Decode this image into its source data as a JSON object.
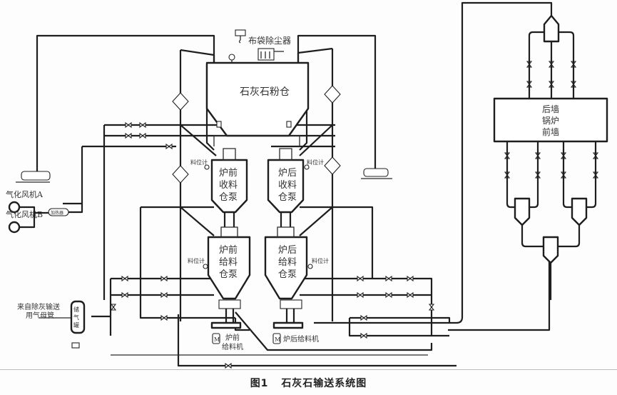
{
  "figure": {
    "number": "图1",
    "title": "石灰石输送系统图"
  },
  "labels": {
    "silo": "石灰石粉仓",
    "bag_filter": "布袋除尘器",
    "front_receiving_pump": [
      "炉前",
      "收料",
      "仓泵"
    ],
    "rear_receiving_pump": [
      "炉后",
      "收料",
      "仓泵"
    ],
    "front_feeding_pump": [
      "炉前",
      "给料",
      "仓泵"
    ],
    "rear_feeding_pump": [
      "炉后",
      "给料",
      "仓泵"
    ],
    "level_gauge": "料位计",
    "front_feeder": [
      "炉前",
      "给料机"
    ],
    "rear_feeder": "炉后给料机",
    "motor": "M",
    "blower_a": "气化风机A",
    "blower_b": "气化风机B",
    "heater": "加热器",
    "air_tank": [
      "储",
      "气",
      "罐"
    ],
    "air_source": [
      "来自除灰输送",
      "用气母管"
    ],
    "boiler": [
      "后墙",
      "锅炉",
      "前墙"
    ]
  }
}
